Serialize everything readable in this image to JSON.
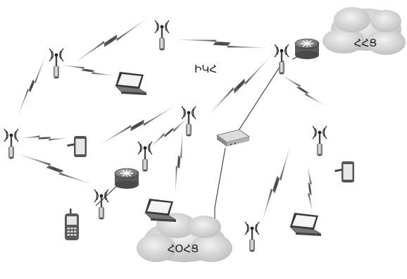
{
  "labels": {
    "cloud_top_right": "ՀՀՑ",
    "cloud_bottom": "ՀՕՀՑ",
    "network_center": "ԻԿՀ"
  },
  "colors": {
    "bolt_dark": "#4a4a4a",
    "bolt_light": "#d8d8d8",
    "cloud": "#cfcfcf",
    "device": "#606060"
  },
  "icons": {
    "antenna": "antenna-icon",
    "router": "router-icon",
    "laptop": "laptop-icon",
    "tablet": "tablet-icon",
    "phone": "phone-icon",
    "access_point": "access-point-icon",
    "cloud": "cloud-icon",
    "link": "wireless-link-icon"
  }
}
